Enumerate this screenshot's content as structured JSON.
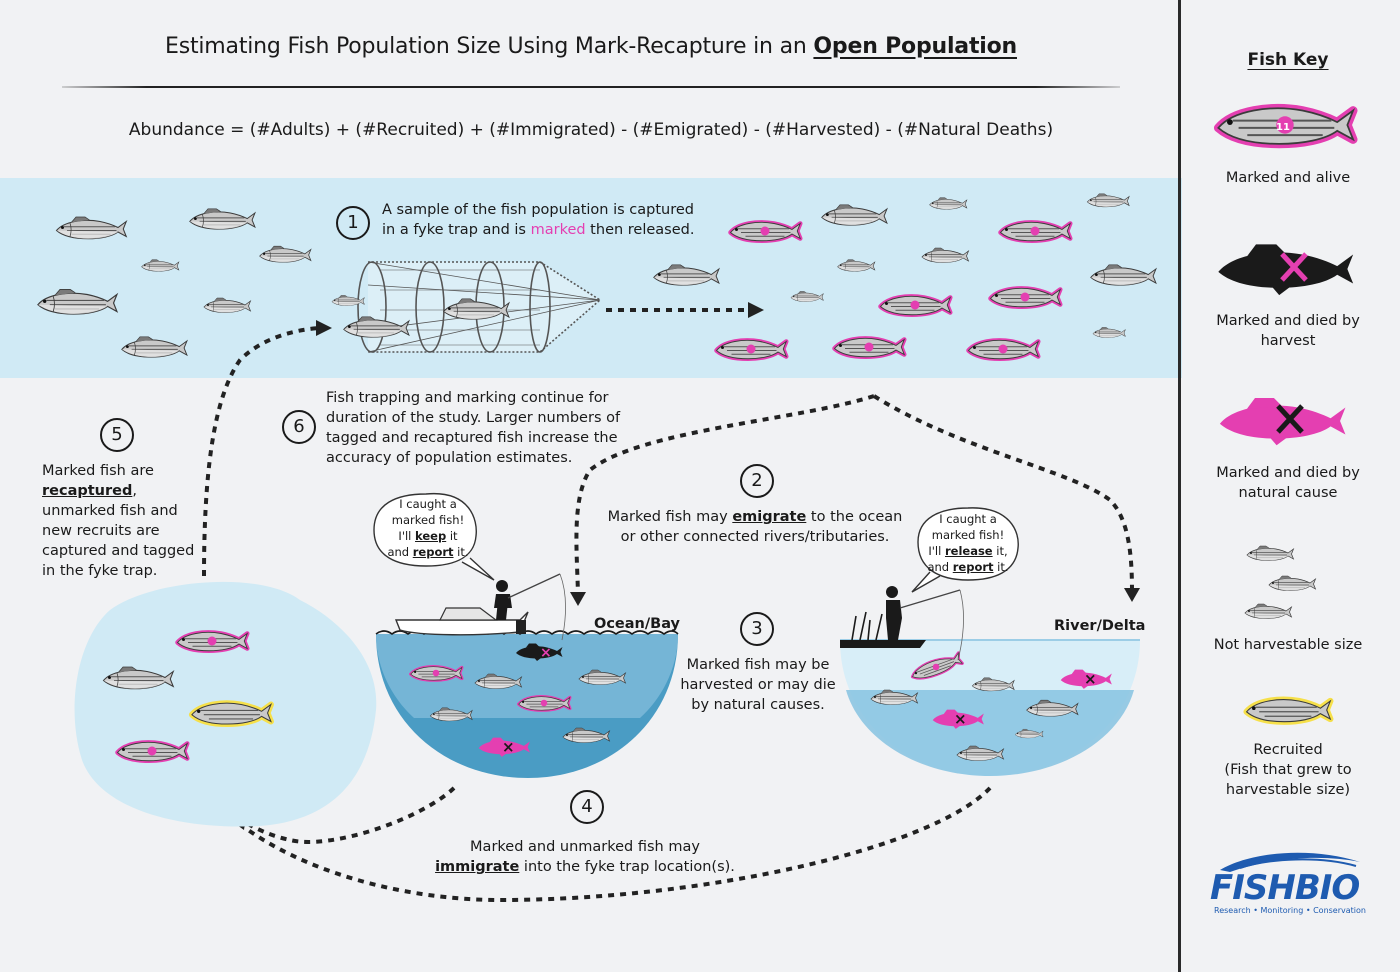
{
  "title": {
    "prefix": "Estimating Fish Population Size Using Mark-Recapture in an ",
    "emphasis": "Open Population"
  },
  "formula": "Abundance = (#Adults) + (#Recruited) + (#Immigrated) - (#Emigrated) - (#Harvested) - (#Natural Deaths)",
  "steps": {
    "s1": {
      "num": "1",
      "text_a": "A sample of the fish population is captured",
      "text_b": "in a fyke trap and is ",
      "text_marked": "marked",
      "text_c": " then released."
    },
    "s2": {
      "num": "2",
      "text_a": "Marked fish may ",
      "text_bold": "emigrate",
      "text_b": " to the ocean",
      "text_c": "or other connected rivers/tributaries."
    },
    "s3": {
      "num": "3",
      "line1": "Marked fish may be",
      "line2": "harvested or may die",
      "line3": "by natural causes."
    },
    "s4": {
      "num": "4",
      "line1": "Marked and unmarked fish may",
      "bold": "immigrate",
      "line2": " into the fyke trap location(s)."
    },
    "s5": {
      "num": "5",
      "line1": "Marked fish are",
      "bold": "recaptured",
      "comma": ",",
      "line2": "unmarked fish and",
      "line3": "new recruits are",
      "line4": "captured and tagged",
      "line5": "in the fyke trap."
    },
    "s6": {
      "num": "6",
      "line1": "Fish trapping and marking continue for",
      "line2": "duration of the study. Larger numbers of",
      "line3": "tagged and recaptured fish increase the",
      "line4": "accuracy of population estimates."
    }
  },
  "bubbles": {
    "ocean": {
      "l1": "I caught a",
      "l2": "marked fish!",
      "l3a": "I'll ",
      "l3b": "keep",
      "l3c": " it",
      "l4a": "and ",
      "l4b": "report",
      "l4c": " it."
    },
    "river": {
      "l1": "I caught a",
      "l2": "marked fish!",
      "l3a": "I'll ",
      "l3b": "release",
      "l3c": " it,",
      "l4a": "and ",
      "l4b": "report",
      "l4c": " it."
    }
  },
  "locations": {
    "ocean": "Ocean/Bay",
    "river": "River/Delta"
  },
  "key": {
    "heading": "Fish Key",
    "tag_number": "11",
    "items": [
      {
        "label": "Marked and alive"
      },
      {
        "label_l1": "Marked and died by",
        "label_l2": "harvest"
      },
      {
        "label_l1": "Marked and died by",
        "label_l2": "natural cause"
      },
      {
        "label": "Not harvestable size"
      },
      {
        "label_l1": "Recruited",
        "label_l2": "(Fish that grew to",
        "label_l3": "harvestable size)"
      }
    ]
  },
  "logo": {
    "name": "FISHBIO",
    "tagline": "Research • Monitoring • Conservation"
  },
  "colors": {
    "water": "#d0eaf5",
    "ocean_deep": "#4a9cc4",
    "marked_pink": "#e43fb1",
    "recruit_yellow": "#f6e04a",
    "brand_blue": "#1e5bb0"
  }
}
